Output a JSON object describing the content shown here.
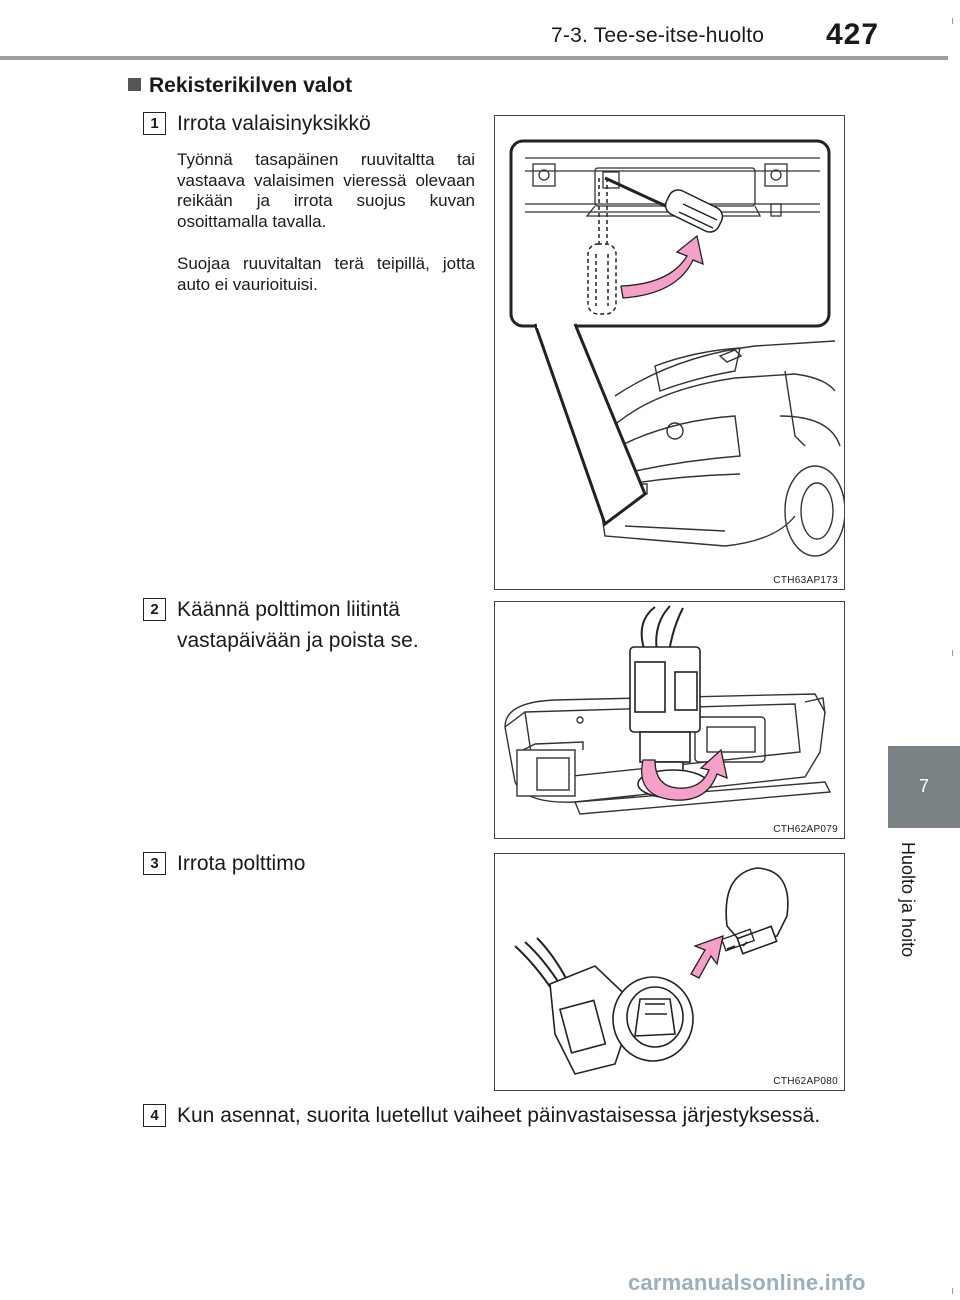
{
  "header": {
    "title": "7-3. Tee-se-itse-huolto",
    "page_number": "427"
  },
  "side_tab": {
    "chapter_number": "7",
    "chapter_label": "Huolto ja hoito"
  },
  "section": {
    "title": "Rekisterikilven valot"
  },
  "steps": [
    {
      "number": "1",
      "title": "Irrota valaisinyksikkö",
      "paragraphs": [
        "Työnnä tasapäinen ruuvitaltta tai vastaava valaisimen vieressä olevaan reikään ja irrota suojus kuvan osoittamalla tavalla.",
        "Suojaa ruuvitaltan terä teipillä, jotta auto ei vaurioituisi."
      ],
      "figure_code": "CTH63AP173"
    },
    {
      "number": "2",
      "title": "Käännä polttimon liitintä vastapäivään ja poista se.",
      "figure_code": "CTH62AP079"
    },
    {
      "number": "3",
      "title": "Irrota polttimo",
      "figure_code": "CTH62AP080"
    },
    {
      "number": "4",
      "title": "Kun asennat, suorita luetellut vaiheet päinvastaisessa järjestyksessä."
    }
  ],
  "watermark": "carmanualsonline.info",
  "colors": {
    "header_rule": "#9aa0a3",
    "side_tab": "#7a8185",
    "arrow_fill": "#f4a0c8"
  }
}
